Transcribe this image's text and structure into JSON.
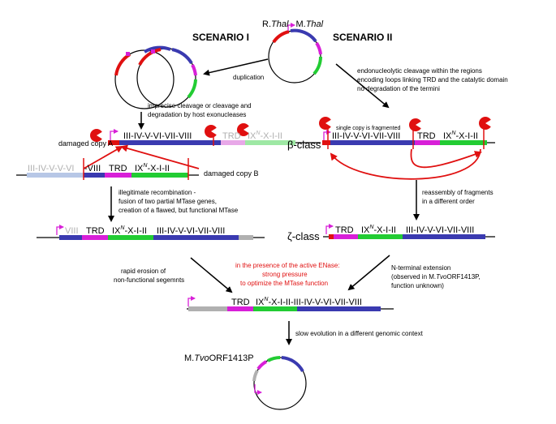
{
  "title_left": "SCENARIO I",
  "title_right": "SCENARIO II",
  "plasmid_top": {
    "enzyme_r": "R.",
    "enzyme_r_it": "Thal",
    "enzyme_m": "M.",
    "enzyme_m_it": "Thal"
  },
  "notes": {
    "duplication": "duplication",
    "endo1": "endonucleolytic cleavage within the regions",
    "endo2": "encoding loops linking TRD and the catalytic domain",
    "endo3": "no degradation of the termini",
    "imprecise1": "imprecise cleavage or cleavage and",
    "imprecise2": "degradation by host exonucleases",
    "single_copy": "single copy is fragmented",
    "illeg1": "illegitimate recombination -",
    "illeg2": "fusion of two partial MTase genes,",
    "illeg3": "creation of a flawed, but functional MTase",
    "reassembly1": "reassembly of fragments",
    "reassembly2": "in a different order",
    "erosion1": "rapid erosion of",
    "erosion2": "non-functional segemnts",
    "pressure1": "in the presence of the active ENase:",
    "pressure2": "strong pressure",
    "pressure3": "to optimize the MTase function",
    "nterm1": "N-terminal extension",
    "nterm2_a": "(observed in M.",
    "nterm2_b": "Tvo",
    "nterm2_c": "ORF1413P,",
    "nterm3": "function unknown)",
    "slow": "slow evolution in a different genomic context"
  },
  "labels": {
    "damaged_a": "damaged copy A",
    "damaged_b": "damaged copy B",
    "beta": "β-class",
    "zeta": "ζ-class",
    "final_m": "M.",
    "final_tvo": "Tvo",
    "final_orf": "ORF1413P"
  },
  "gene_text": {
    "catalytic": "III-IV-V-VI-VII-VIII",
    "trd": "TRD",
    "ix": "IX",
    "n": "N",
    "ix_rest": "-X-I-II",
    "copyb_grey": "III-IV-V-V-VI",
    "copyb_rest": "-VIII",
    "viii": "VIII",
    "final_ix_rest": "-X-I-II-III-IV-V-VI-VII-VIII"
  },
  "colors": {
    "blue": "#3a3ab0",
    "magenta": "#d81fd8",
    "green": "#22cc33",
    "red": "#e01010",
    "grey": "#b0b0b0",
    "black": "#000000",
    "pressure_text": "#e01010"
  }
}
